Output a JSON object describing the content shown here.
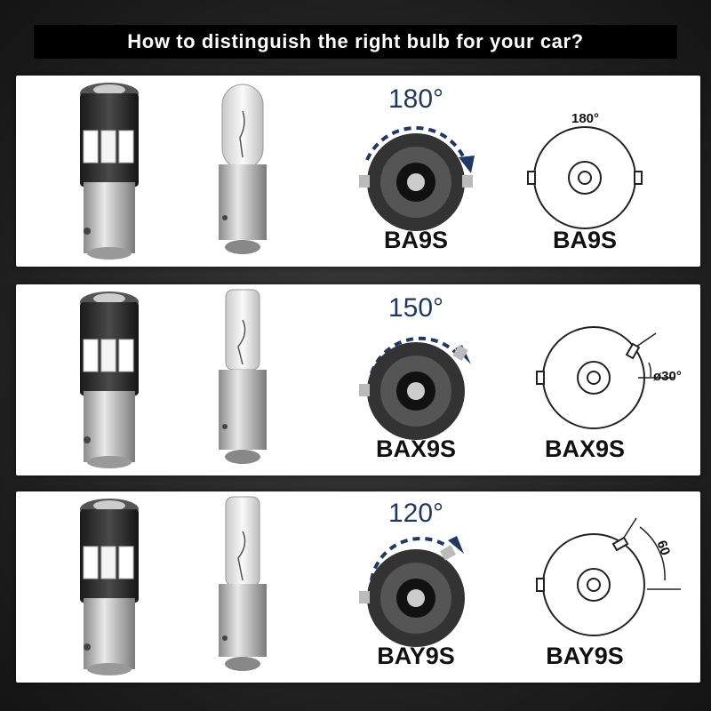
{
  "header": {
    "title": "How to distinguish the right bulb for your car?"
  },
  "rows": [
    {
      "angle": "180°",
      "base_label": "BA9S",
      "diagram_angle": "180°",
      "diagram_label": "BA9S",
      "offset": ""
    },
    {
      "angle": "150°",
      "base_label": "BAX9S",
      "diagram_angle": "",
      "diagram_label": "BAX9S",
      "offset": "ø30°"
    },
    {
      "angle": "120°",
      "base_label": "BAY9S",
      "diagram_angle": "",
      "diagram_label": "BAY9S",
      "offset": "60"
    }
  ],
  "colors": {
    "arrow_blue": "#1e3a64",
    "panel_bg": "#ffffff",
    "title_bg": "#000000"
  },
  "icons": {
    "led_bulb": "led-bulb-icon",
    "incandescent_bulb": "incandescent-bulb-icon",
    "base_top_view": "bulb-base-top-view-icon",
    "pin_diagram": "pin-diagram-icon"
  }
}
